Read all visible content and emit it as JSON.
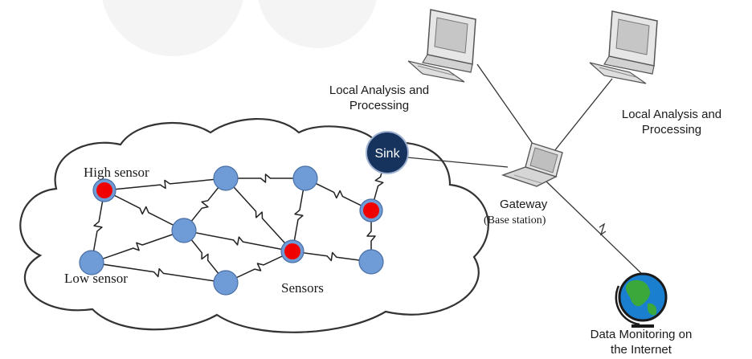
{
  "labels": {
    "local_left": [
      "Local Analysis and",
      "Processing"
    ],
    "local_right": [
      "Local Analysis and",
      "Processing"
    ],
    "gateway": "Gateway",
    "base_station": "(Base station)",
    "internet": [
      "Data Monitoring on",
      "the Internet"
    ],
    "sink": "Sink",
    "high_sensor": "High sensor",
    "low_sensor": "Low sensor",
    "sensors": "Sensors"
  },
  "colors": {
    "sensor_blue": "#6f9bd6",
    "sensor_red": "#f00000",
    "sink_navy": "#16335e",
    "cloud_stroke": "#333333",
    "link": "#222222"
  },
  "icons": [
    "desktop-computer-icon",
    "laptop-icon",
    "globe-icon",
    "cloud-icon"
  ]
}
